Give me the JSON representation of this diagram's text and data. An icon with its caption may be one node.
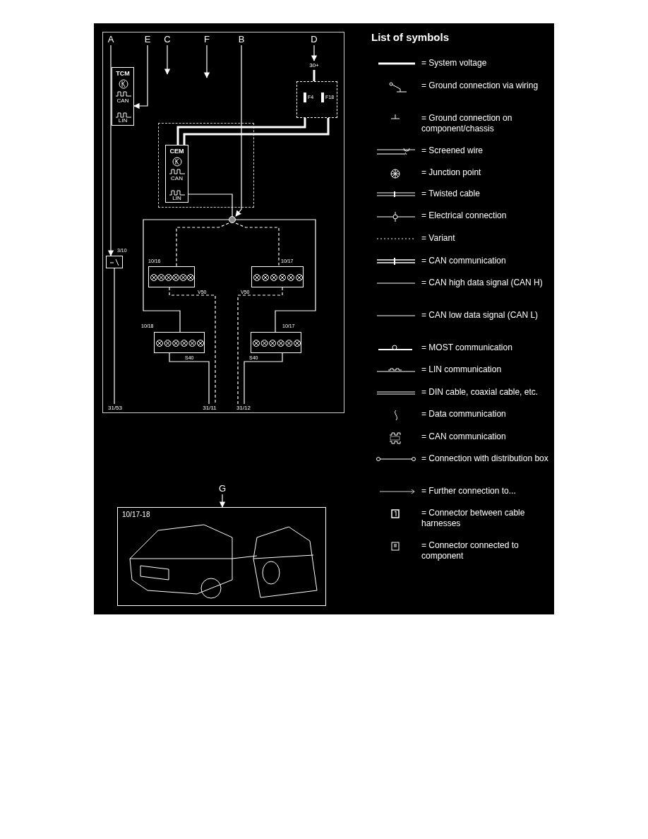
{
  "diagram": {
    "nodes": [
      {
        "text": [
          "A"
        ]
      },
      {
        "text": [
          "E"
        ]
      },
      {
        "text": [
          "C"
        ]
      },
      {
        "text": [
          "F"
        ]
      },
      {
        "text": [
          "B"
        ]
      },
      {
        "text": [
          "D"
        ]
      },
      {
        "text": [
          "TCM",
          "CAN",
          "LIN"
        ]
      },
      {
        "text": [
          "30+"
        ]
      },
      {
        "text": [
          "F4",
          "F18"
        ]
      },
      {
        "text": [
          "CEM",
          "CAN",
          "LIN"
        ]
      },
      {
        "text": [],
        "shape": "box",
        "beside": [
          "3/10"
        ]
      },
      {
        "text": [],
        "shape": "circle"
      },
      {
        "text": [],
        "shape": "box",
        "beside": [
          "10/16"
        ]
      },
      {
        "text": [],
        "shape": "box",
        "beside": [
          "10/17"
        ]
      },
      {
        "text": [],
        "shape": "box",
        "beside": [
          "10/18"
        ]
      },
      {
        "text": [],
        "shape": "box",
        "beside": [
          "10/17"
        ]
      },
      {
        "text": [
          "31/53"
        ]
      },
      {
        "text": [
          "31/11"
        ]
      },
      {
        "text": [
          "31/12"
        ]
      },
      {
        "text": [
          "G"
        ]
      },
      {
        "text": [
          "10/17-18"
        ]
      }
    ],
    "edges": [
      {
        "from": 0,
        "to": 10,
        "arrow": "to"
      },
      {
        "from": 1,
        "to": 6,
        "arrow": "to"
      },
      {
        "from": 2,
        "to": null,
        "arrow": "to"
      },
      {
        "from": 3,
        "to": null,
        "arrow": "to"
      },
      {
        "from": 4,
        "to": 11,
        "arrow": "to"
      },
      {
        "from": 5,
        "to": 7,
        "arrow": "to"
      },
      {
        "from": 7,
        "to": 8,
        "arrow": "none",
        "style": "thick"
      },
      {
        "from": 8,
        "to": 9,
        "arrow": "none",
        "style": "thick"
      },
      {
        "from": 8,
        "to": 9,
        "arrow": "none",
        "style": "thick"
      },
      {
        "from": 9,
        "to": 11,
        "arrow": "none"
      },
      {
        "from": 11,
        "to": 12,
        "arrow": "none",
        "style": "dashed"
      },
      {
        "from": 11,
        "to": 13,
        "arrow": "none",
        "style": "dashed"
      },
      {
        "from": 11,
        "to": 14,
        "arrow": "none"
      },
      {
        "from": 11,
        "to": 15,
        "arrow": "none"
      },
      {
        "from": 12,
        "to": 17,
        "arrow": "none",
        "style": "dashed"
      },
      {
        "from": 13,
        "to": 18,
        "arrow": "none",
        "style": "dashed"
      },
      {
        "from": 14,
        "to": 17,
        "arrow": "none"
      },
      {
        "from": 15,
        "to": 18,
        "arrow": "none"
      },
      {
        "from": 10,
        "to": 16,
        "arrow": "none"
      },
      {
        "from": 19,
        "to": 20,
        "arrow": "to"
      }
    ],
    "labels": [
      "List of symbols",
      "V50",
      "V50",
      "S40",
      "S40"
    ],
    "legend": [
      {
        "text": "= System voltage"
      },
      {
        "text": "= Ground connection via wiring"
      },
      {
        "text": "= Ground connection on component/chassis"
      },
      {
        "text": "= Screened wire"
      },
      {
        "text": "= Junction point"
      },
      {
        "text": "= Twisted cable"
      },
      {
        "text": "= Electrical connection"
      },
      {
        "text": "= Variant"
      },
      {
        "text": "= CAN communication"
      },
      {
        "text": "= CAN high data signal (CAN H)"
      },
      {
        "text": "= CAN low data signal (CAN L)"
      },
      {
        "text": "= MOST communication"
      },
      {
        "text": "= LIN communication"
      },
      {
        "text": "= DIN cable, coaxial cable, etc."
      },
      {
        "text": "= Data communication"
      },
      {
        "text": "= CAN communication"
      },
      {
        "text": "= Connection with distribution box"
      },
      {
        "text": "= Further connection to..."
      },
      {
        "text": "= Connector between cable harnesses"
      },
      {
        "text": "= Connector connected to component"
      }
    ]
  }
}
